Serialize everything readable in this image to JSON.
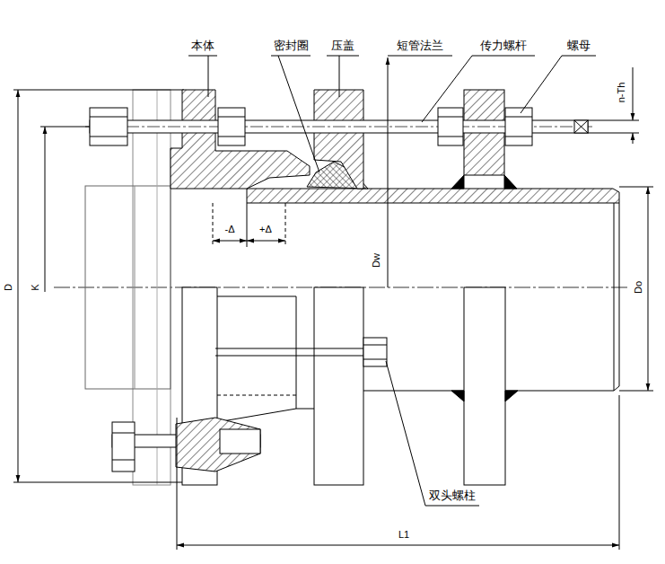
{
  "diagram": {
    "labels": [
      "本体",
      "密封圈",
      "压盖",
      "短管法兰",
      "传力螺杆",
      "螺母",
      "n-Th",
      "D",
      "K",
      "-Δ",
      "+Δ",
      "Dw",
      "Do",
      "双头螺柱",
      "L1"
    ]
  }
}
